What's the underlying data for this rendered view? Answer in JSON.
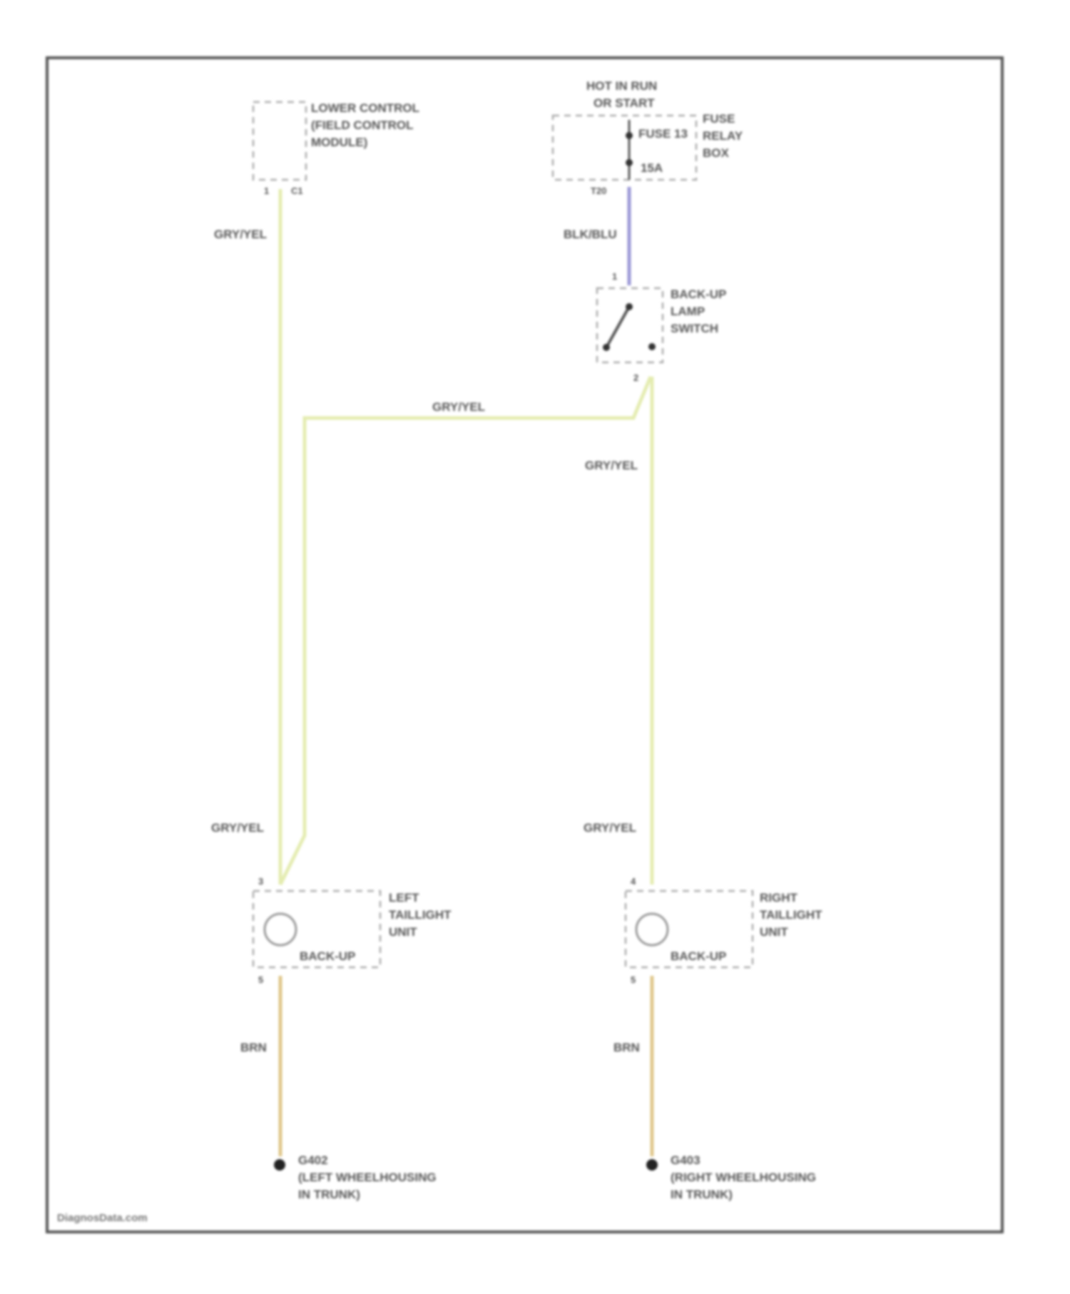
{
  "diagram": {
    "colors": {
      "gry_yel": "#e4ecb0",
      "blk_blu": "#9a97d6",
      "brn": "#e0c78a",
      "frame": "#555555",
      "component": "#aaaaaa"
    },
    "module": {
      "lines": [
        "LOWER CONTROL",
        "(FIELD CONTROL",
        "MODULE)"
      ],
      "pin": "1",
      "connector": "C1"
    },
    "power": {
      "lines": [
        "HOT IN RUN",
        "OR START"
      ]
    },
    "fuse_box": {
      "lines": [
        "FUSE",
        "RELAY",
        "BOX"
      ],
      "fuse": "FUSE 13",
      "rating": "15A",
      "connector": "T20"
    },
    "switch": {
      "lines": [
        "BACK-UP",
        "LAMP",
        "SWITCH"
      ],
      "pin_in": "1",
      "pin_out": "2"
    },
    "wires": {
      "module_wire": "GRY/YEL",
      "fuse_wire": "BLK/BLU",
      "cross_wire": "GRY/YEL",
      "switch_out_wire": "GRY/YEL",
      "left_in": "GRY/YEL",
      "right_in": "GRY/YEL",
      "left_gnd": "BRN",
      "right_gnd": "BRN"
    },
    "left_taillight": {
      "lines": [
        "LEFT",
        "TAILLIGHT",
        "UNIT"
      ],
      "lamp": "BACK-UP",
      "pin_in": "3",
      "pin_out": "5"
    },
    "right_taillight": {
      "lines": [
        "RIGHT",
        "TAILLIGHT",
        "UNIT"
      ],
      "lamp": "BACK-UP",
      "pin_in": "4",
      "pin_out": "5"
    },
    "left_ground": {
      "id": "G402",
      "lines": [
        "(LEFT WHEELHOUSING",
        "IN TRUNK)"
      ]
    },
    "right_ground": {
      "id": "G403",
      "lines": [
        "(RIGHT WHEELHOUSING",
        "IN TRUNK)"
      ]
    },
    "watermark": "DiagnosData.com"
  }
}
